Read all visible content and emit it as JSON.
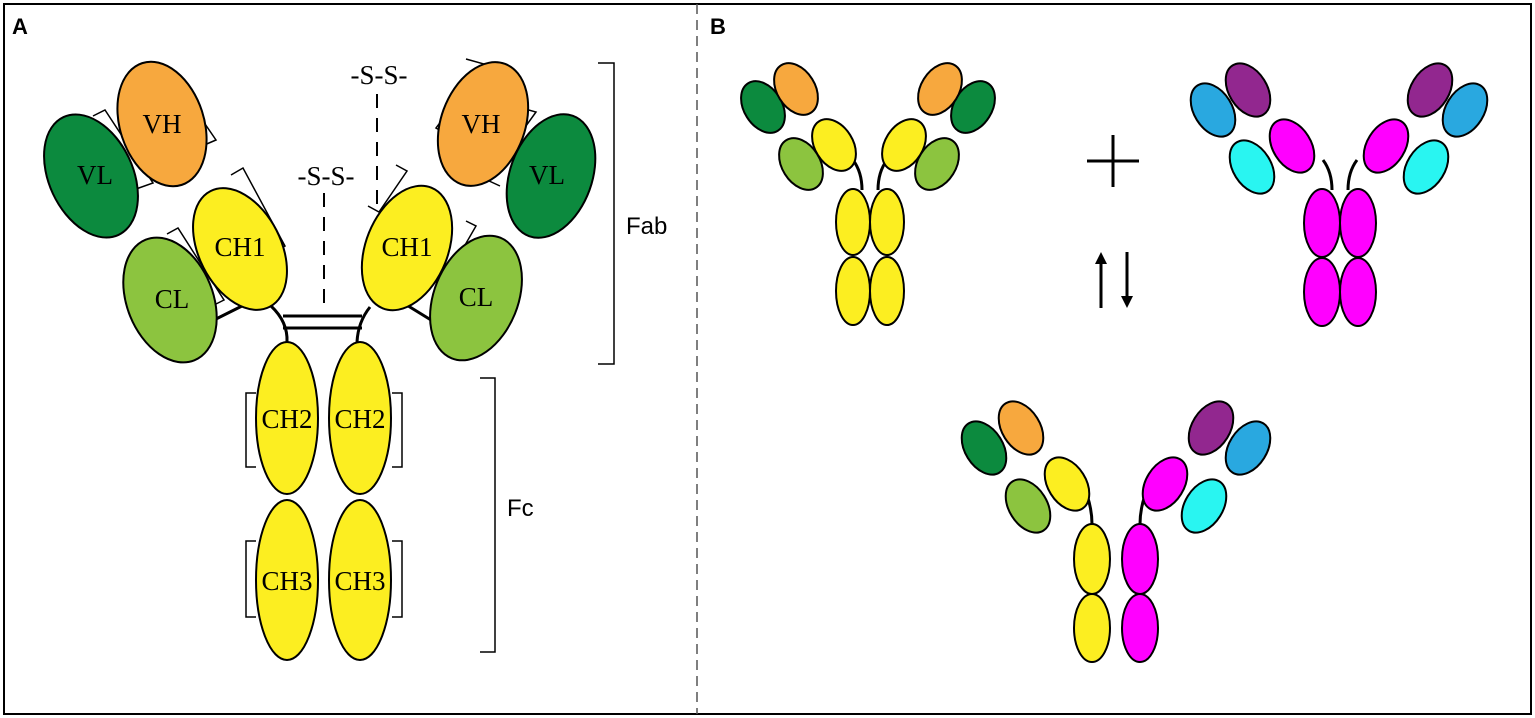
{
  "panels": [
    {
      "id": "A",
      "label": "A"
    },
    {
      "id": "B",
      "label": "B"
    }
  ],
  "colors": {
    "VL": "#0c8a3e",
    "VH": "#f7a83e",
    "CL": "#8cc43f",
    "CH": "#fcee21",
    "VL2": "#29a8e0",
    "VH2": "#92278f",
    "CL2": "#29f5f1",
    "CH2": "#ff00ff"
  },
  "panel_a": {
    "domains": {
      "vl_left": "VL",
      "vh_left": "VH",
      "ch1_left": "CH1",
      "cl_left": "CL",
      "vh_right": "VH",
      "vl_right": "VL",
      "ch1_right": "CH1",
      "cl_right": "CL",
      "ch2_left": "CH2",
      "ch2_right": "CH2",
      "ch3_left": "CH3",
      "ch3_right": "CH3"
    },
    "disulfide_upper": "-S-S-",
    "disulfide_lower": "-S-S-",
    "fab_label": "Fab",
    "fc_label": "Fc"
  },
  "panel_b": {
    "plus_symbol": "+",
    "equilibrium_symbol": "equilibrium-arrows"
  }
}
